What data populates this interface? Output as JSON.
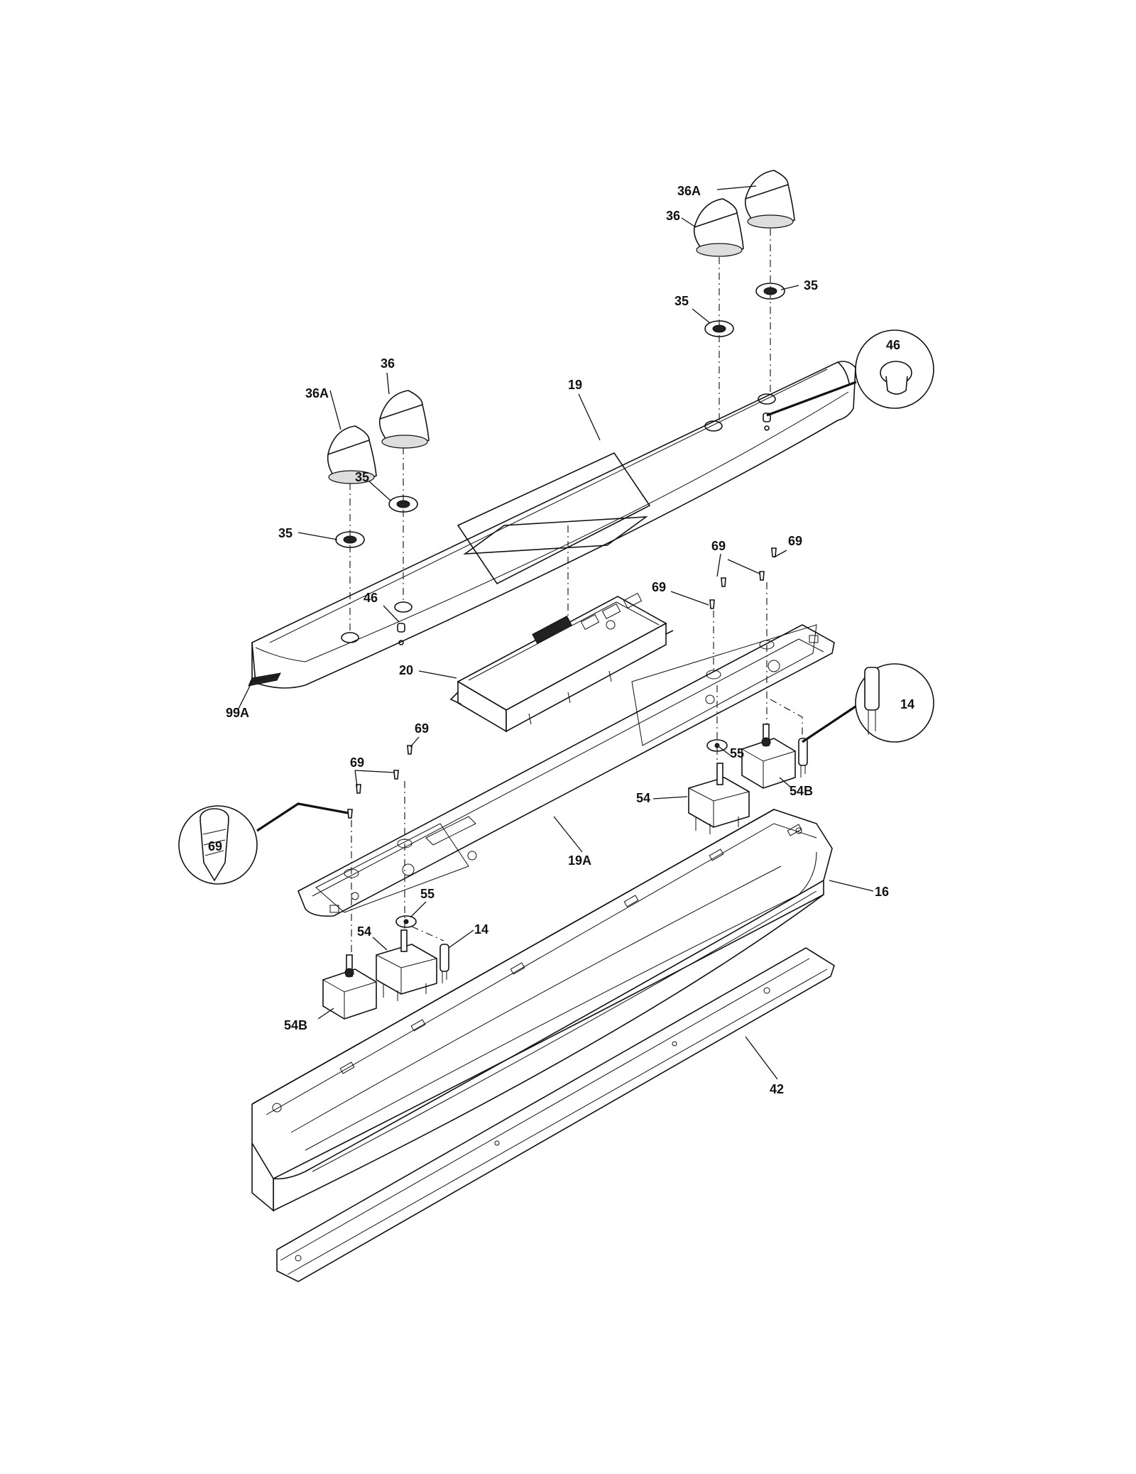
{
  "callouts": [
    {
      "label": "36A"
    },
    {
      "label": "36"
    },
    {
      "label": "35"
    },
    {
      "label": "35"
    },
    {
      "label": "46"
    },
    {
      "label": "19"
    },
    {
      "label": "36"
    },
    {
      "label": "36A"
    },
    {
      "label": "35"
    },
    {
      "label": "35"
    },
    {
      "label": "69"
    },
    {
      "label": "69"
    },
    {
      "label": "69"
    },
    {
      "label": "46"
    },
    {
      "label": "20"
    },
    {
      "label": "99A"
    },
    {
      "label": "14"
    },
    {
      "label": "55"
    },
    {
      "label": "54B"
    },
    {
      "label": "54"
    },
    {
      "label": "69"
    },
    {
      "label": "69"
    },
    {
      "label": "69"
    },
    {
      "label": "19A"
    },
    {
      "label": "16"
    },
    {
      "label": "55"
    },
    {
      "label": "54"
    },
    {
      "label": "14"
    },
    {
      "label": "54B"
    },
    {
      "label": "42"
    }
  ]
}
